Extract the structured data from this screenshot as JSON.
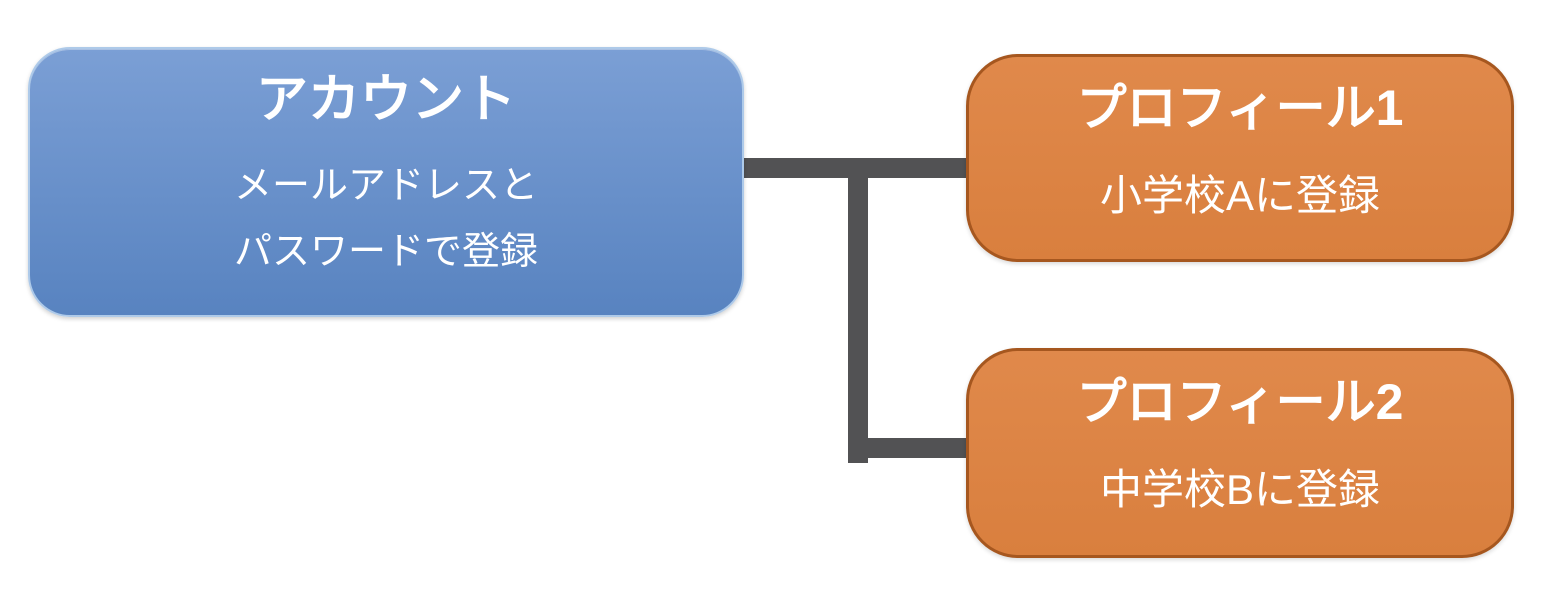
{
  "diagram": {
    "account": {
      "title": "アカウント",
      "subtitle_line1": "メールアドレスと",
      "subtitle_line2": "パスワードで登録"
    },
    "profile1": {
      "title": "プロフィール1",
      "body": "小学校Aに登録"
    },
    "profile2": {
      "title": "プロフィール2",
      "body": "中学校Bに登録"
    },
    "colors": {
      "account_fill_top": "#7b9fd5",
      "account_fill_bottom": "#5883c0",
      "account_border": "#aecae9",
      "profile_fill_top": "#e0894b",
      "profile_fill_bottom": "#d97f3e",
      "profile_border": "#a6571f",
      "connector": "#525254",
      "text": "#ffffff"
    }
  }
}
